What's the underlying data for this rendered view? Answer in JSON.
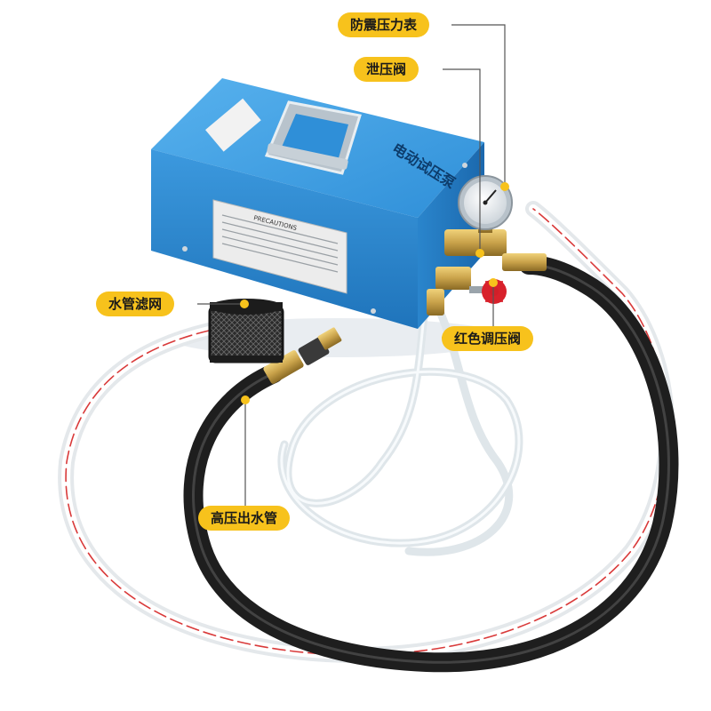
{
  "labels": {
    "gauge": "防震压力表",
    "relief_valve": "泄压阀",
    "filter": "水管滤网",
    "red_valve": "红色调压阀",
    "outlet_hose": "高压出水管"
  },
  "product_text": {
    "side_title": "电动试压泵",
    "plate_heading": "PRECAUTIONS"
  },
  "colors": {
    "callout_bg": "#f7c21c",
    "pump_body": "#2f8fd8",
    "hose_black": "#1e1e1e",
    "valve_red": "#d8212b",
    "brass": "#c9a24a"
  }
}
